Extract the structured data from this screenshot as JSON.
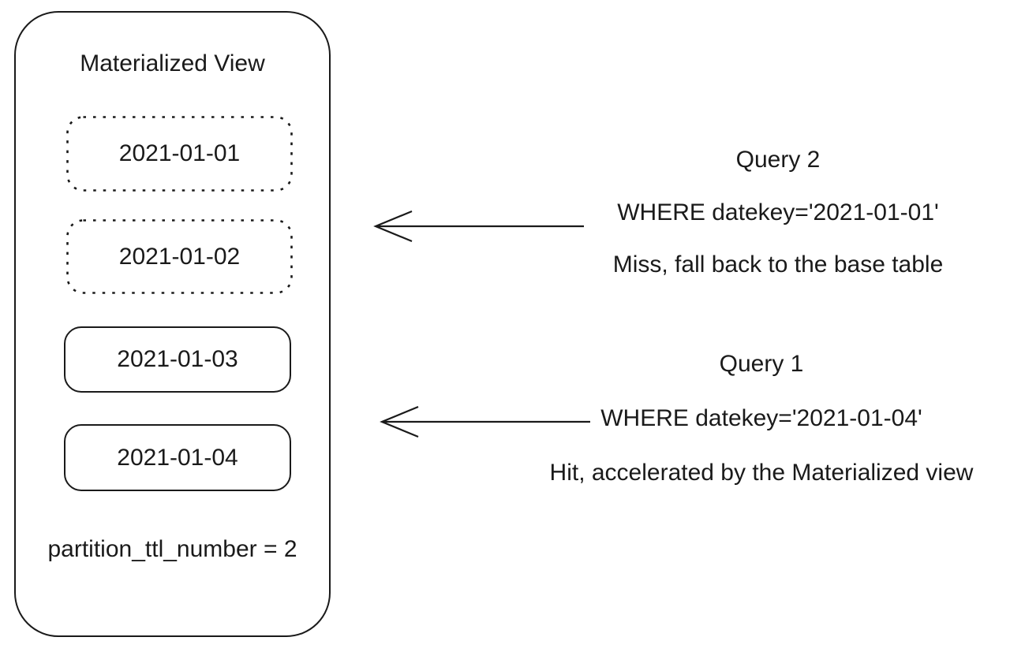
{
  "materialized_view": {
    "title": "Materialized View",
    "partitions": [
      {
        "label": "2021-01-01",
        "state": "expired",
        "border": "dashed"
      },
      {
        "label": "2021-01-02",
        "state": "expired",
        "border": "dashed"
      },
      {
        "label": "2021-01-03",
        "state": "retained",
        "border": "solid"
      },
      {
        "label": "2021-01-04",
        "state": "retained",
        "border": "solid"
      }
    ],
    "footnote": "partition_ttl_number = 2"
  },
  "queries": [
    {
      "name": "Query 2",
      "predicate": "WHERE datekey='2021-01-01'",
      "result": "Miss, fall back to the base table"
    },
    {
      "name": "Query 1",
      "predicate": "WHERE datekey='2021-01-04'",
      "result": "Hit, accelerated by the Materialized view"
    }
  ],
  "colors": {
    "ink": "#1a1a1a",
    "background": "#ffffff"
  }
}
